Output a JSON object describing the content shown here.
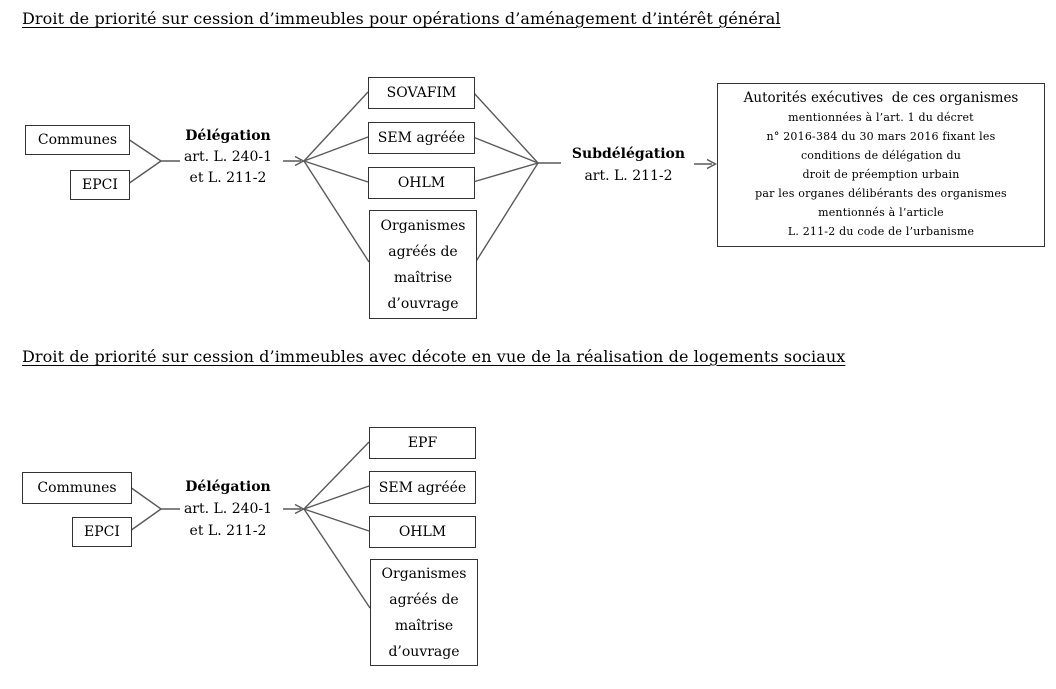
{
  "colors": {
    "line": "#595959",
    "box_border": "#333333",
    "text": "#000000",
    "background": "#ffffff"
  },
  "section1": {
    "title": "Droit de priorité sur cession d’immeubles pour opérations d’aménagement d’intérêt général",
    "sources": [
      "Communes",
      "EPCI"
    ],
    "delegation": {
      "title": "Délégation",
      "line2": "art. L. 240-1",
      "line3": "et L. 211-2"
    },
    "targets": [
      "SOVAFIM",
      "SEM agréée",
      "OHLM",
      "Organismes\nagréés de\nmaîtrise\nd’ouvrage"
    ],
    "subdelegation": {
      "title": "Subdélégation",
      "line2": "art. L. 211-2"
    },
    "result": {
      "heading": "Autorités exécutives  de ces organismes",
      "body": "mentionnées à l’art. 1 du décret\nn° 2016-384 du 30 mars 2016 fixant les\nconditions de délégation du\ndroit de préemption urbain\npar les organes délibérants des organismes\nmentionnés à l’article\nL. 211-2 du code de l’urbanisme"
    }
  },
  "section2": {
    "title": "Droit de priorité sur cession d’immeubles avec décote en vue de la réalisation de logements sociaux",
    "sources": [
      "Communes",
      "EPCI"
    ],
    "delegation": {
      "title": "Délégation",
      "line2": "art. L. 240-1",
      "line3": "et L. 211-2"
    },
    "targets": [
      "EPF",
      "SEM agréée",
      "OHLM",
      "Organismes\nagréés de\nmaîtrise\nd’ouvrage"
    ]
  }
}
